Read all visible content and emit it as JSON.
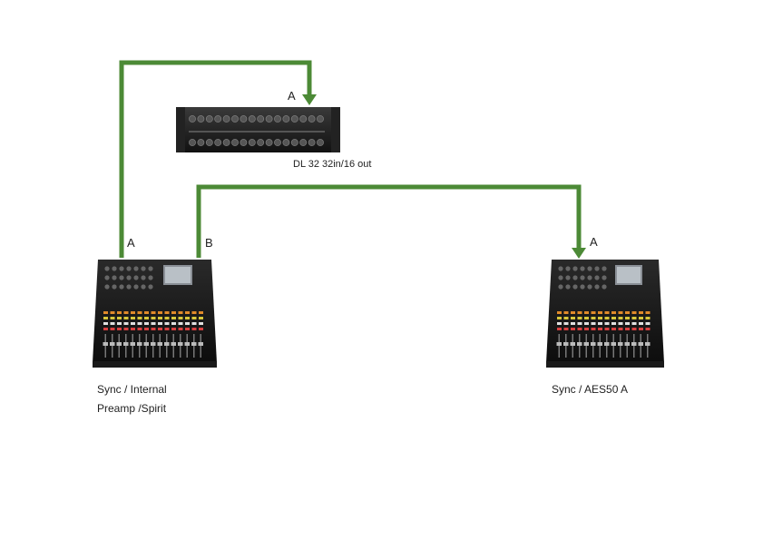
{
  "cable_color": "#4c8a36",
  "stagebox": {
    "name": "DL 32  32in/16 out",
    "port": "A"
  },
  "console_left": {
    "port_a": "A",
    "port_b": "B",
    "sync": "Sync / Internal",
    "preamp": "Preamp /Spirit"
  },
  "console_right": {
    "port_a": "A",
    "sync": "Sync / AES50 A"
  }
}
